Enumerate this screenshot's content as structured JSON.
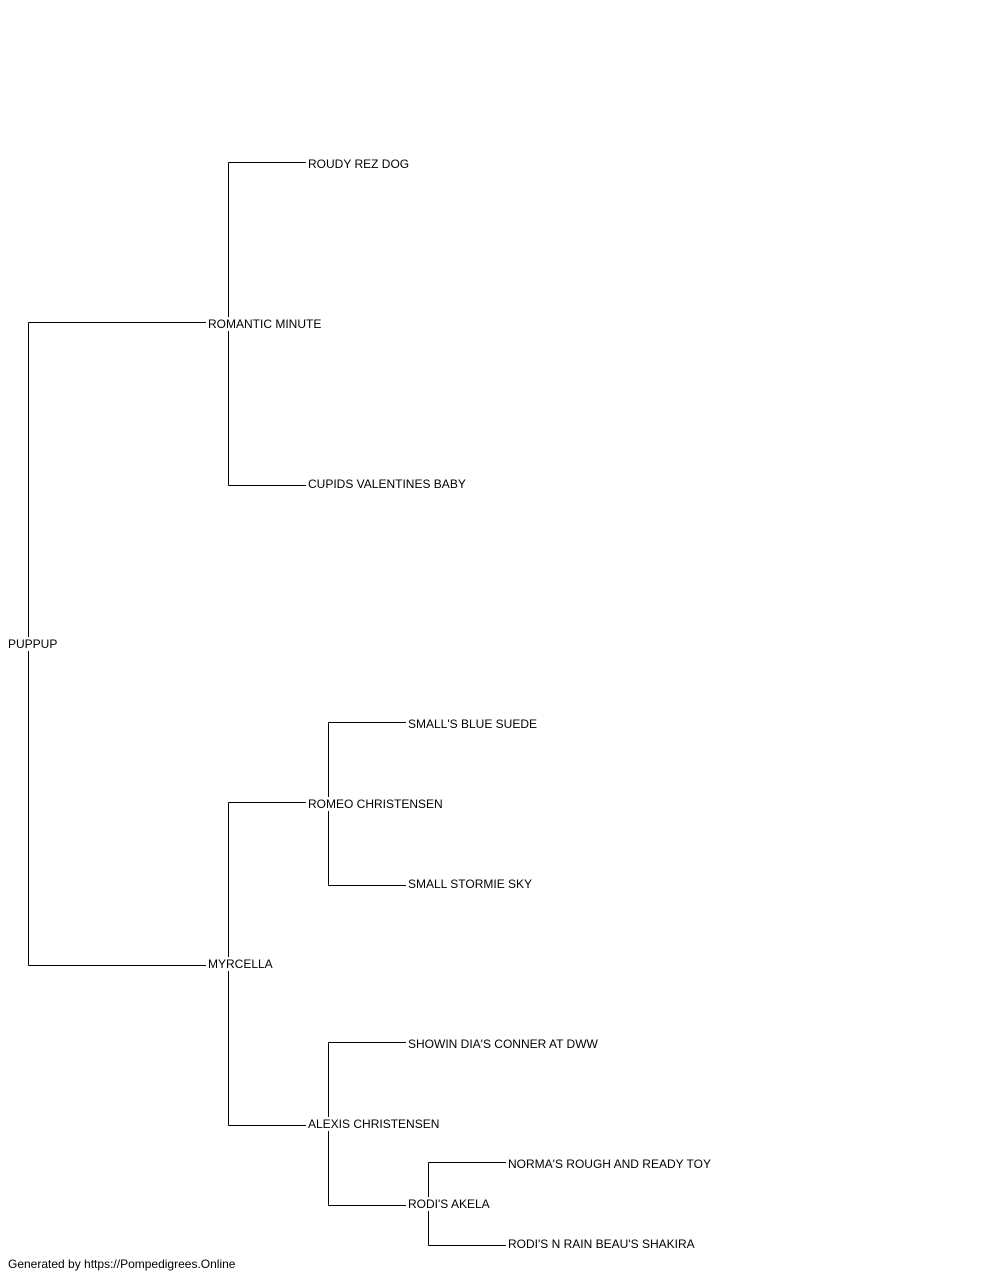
{
  "pedigree": {
    "subject": "PUPPUP",
    "sire": {
      "name": "ROMANTIC MINUTE",
      "sire": {
        "name": "ROUDY REZ DOG"
      },
      "dam": {
        "name": "CUPIDS VALENTINES BABY"
      }
    },
    "dam": {
      "name": "MYRCELLA",
      "sire": {
        "name": "ROMEO CHRISTENSEN",
        "sire": {
          "name": "SMALL'S BLUE SUEDE"
        },
        "dam": {
          "name": "SMALL STORMIE SKY"
        }
      },
      "dam": {
        "name": "ALEXIS CHRISTENSEN",
        "sire": {
          "name": "SHOWIN DIA'S CONNER AT DWW"
        },
        "dam": {
          "name": "RODI'S AKELA",
          "sire": {
            "name": "NORMA'S ROUGH AND READY TOY"
          },
          "dam": {
            "name": "RODI'S N RAIN BEAU'S SHAKIRA"
          }
        }
      }
    }
  },
  "footer": {
    "text": "Generated by https://Pompedigrees.Online"
  }
}
